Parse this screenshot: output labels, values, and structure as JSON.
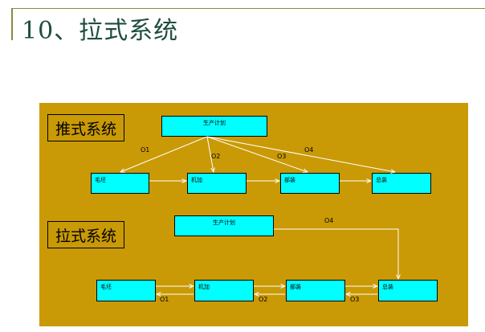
{
  "slide": {
    "title": "10、拉式系统"
  },
  "push": {
    "label": "推式系统",
    "plan": "生产计划",
    "stages": [
      "毛坯",
      "机加",
      "部装",
      "总装"
    ],
    "orders": [
      "O1",
      "O2",
      "O3",
      "O4"
    ]
  },
  "pull": {
    "label": "拉式系统",
    "plan": "生产计划",
    "stages": [
      "毛坯",
      "机加",
      "部装",
      "总装"
    ],
    "orders": [
      "O1",
      "O2",
      "O3",
      "O4"
    ]
  },
  "colors": {
    "panel": "#c99a06",
    "box": "#00ffff",
    "arrow": "#ffffff",
    "title": "#1f4e3d"
  }
}
